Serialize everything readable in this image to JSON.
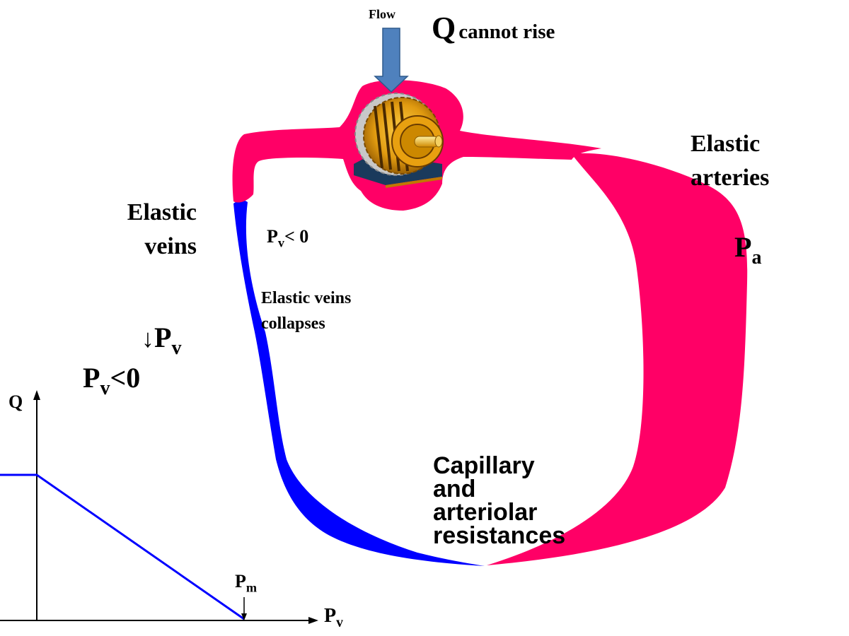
{
  "labels": {
    "flow": "Flow",
    "q_cannot_rise_symbol": "Q",
    "q_cannot_rise_text": "cannot rise",
    "elastic_arteries_line1": "Elastic",
    "elastic_arteries_line2": "arteries",
    "elastic_veins_line1": "Elastic",
    "elastic_veins_line2": "veins",
    "pv_lt0_inside_base": "P",
    "pv_lt0_inside_sub": "v",
    "pv_lt0_inside_rest": "< 0",
    "pa_base": "P",
    "pa_sub": "a",
    "veins_collapse_line1": "Elastic veins",
    "veins_collapse_line2": "collapses",
    "down_arrow": "↓",
    "pv_down_base": "P",
    "pv_down_sub": "v",
    "pv_lt0_base": "P",
    "pv_lt0_sub": "v",
    "pv_lt0_rest": "<0",
    "capillary_line1": "Capillary",
    "capillary_line2": "and",
    "capillary_line3": "arteriolar",
    "capillary_line4": "resistances",
    "graph_y_axis": "Q",
    "graph_x_axis_base": "P",
    "graph_x_axis_sub": "v",
    "pm_base": "P",
    "pm_sub": "m"
  },
  "colors": {
    "artery": "#ff0066",
    "vein": "#0000ff",
    "flow_arrow": "#4f81bd",
    "graph_line": "#0000ff",
    "pump_gear": "#e6a020",
    "pump_base": "#1a3a5c"
  },
  "icons": {
    "pump": "motor-pump-icon",
    "flow_arrow": "down-arrow-icon"
  }
}
